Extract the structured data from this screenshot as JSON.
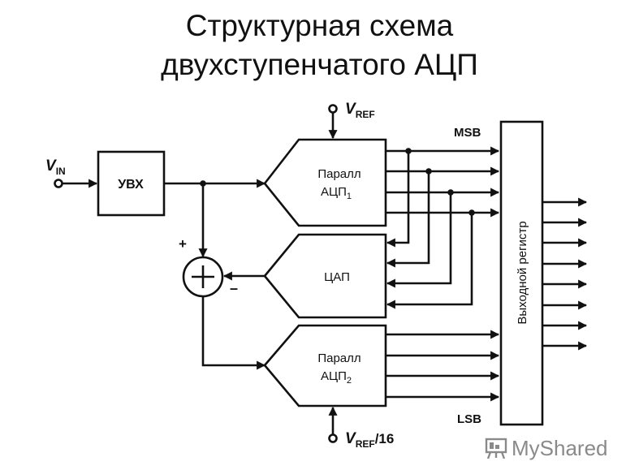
{
  "title": {
    "line1": "Структурная схема",
    "line2": "двухступенчатого АЦП"
  },
  "diagram": {
    "input": {
      "v": "V",
      "sub": "IN"
    },
    "sample_hold": "УВХ",
    "adc1": {
      "line1": "Паралл",
      "line2": "АЦП",
      "sub": "1"
    },
    "dac": "ЦАП",
    "adc2": {
      "line1": "Паралл",
      "line2": "АЦП",
      "sub": "2"
    },
    "vref_top": {
      "v": "V",
      "sub": "REF",
      "suffix": ""
    },
    "vref_bottom": {
      "v": "V",
      "sub": "REF",
      "suffix": "/16"
    },
    "msb": "MSB",
    "lsb": "LSB",
    "plus": "+",
    "minus": "–",
    "register": "Выходной регистр"
  },
  "watermark": {
    "text": "MyShared",
    "icon": "presentation-board-icon"
  },
  "colors": {
    "ink": "#111111",
    "watermark": "#8a8a8a"
  }
}
